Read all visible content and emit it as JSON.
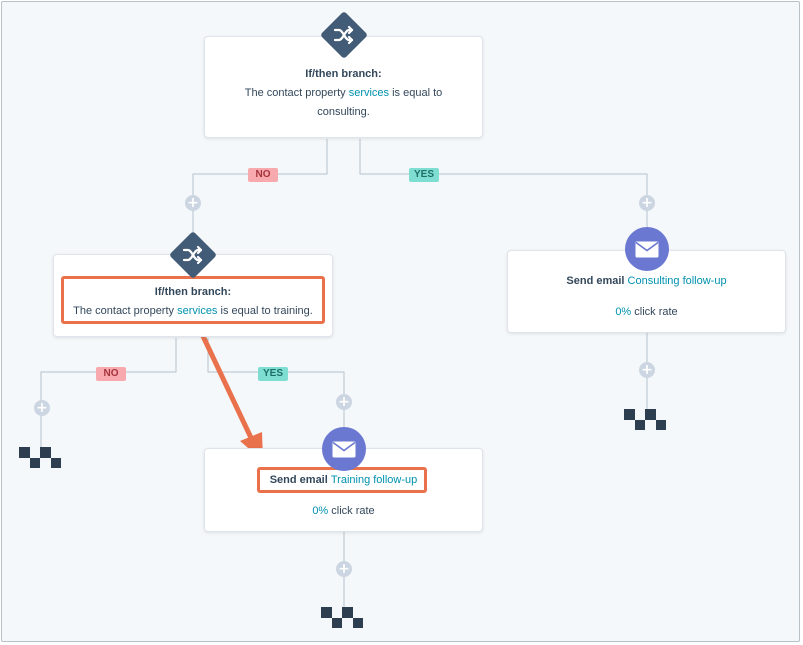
{
  "branch1": {
    "title": "If/then branch:",
    "pre": "The contact property ",
    "property": "services",
    "mid": " is equal to",
    "value": "consulting."
  },
  "branch2": {
    "title": "If/then branch:",
    "pre": "The contact property ",
    "property": "services",
    "mid": " is equal to ",
    "value": "training."
  },
  "email_consulting": {
    "label": "Send email ",
    "name": "Consulting follow-up",
    "rate": "0%",
    "rate_label": " click rate"
  },
  "email_training": {
    "label": "Send email ",
    "name": "Training follow-up",
    "rate": "0%",
    "rate_label": " click rate"
  },
  "tags": {
    "no": "NO",
    "yes": "YES"
  },
  "icons": {
    "branch": "shuffle-icon",
    "email": "envelope-icon",
    "add": "plus-icon",
    "end": "checkered-flag-icon"
  },
  "colors": {
    "branch_icon": "#425b76",
    "email_icon": "#6a78d1",
    "link": "#0091ae",
    "highlight": "#e9724c",
    "no_tag": "#f8a9ad",
    "yes_tag": "#7fded2"
  }
}
